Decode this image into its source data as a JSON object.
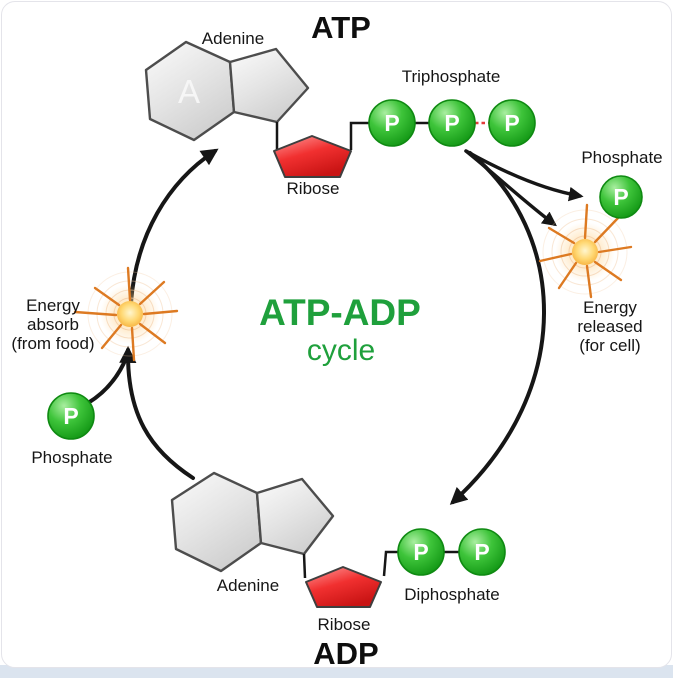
{
  "diagram_title": {
    "line1": "ATP-ADP",
    "line2": "cycle"
  },
  "atp": {
    "title": "ATP",
    "adenine_label": "Adenine",
    "adenine_letter": "A",
    "ribose_label": "Ribose",
    "phosphate_group_label": "Triphosphate"
  },
  "adp": {
    "title": "ADP",
    "adenine_label": "Adenine",
    "ribose_label": "Ribose",
    "phosphate_group_label": "Diphosphate"
  },
  "right_side": {
    "phosphate_label": "Phosphate",
    "energy_text": [
      "Energy",
      "released",
      "(for cell)"
    ]
  },
  "left_side": {
    "phosphate_label": "Phosphate",
    "energy_text": [
      "Energy",
      "absorb",
      "(from food)"
    ]
  },
  "phosphorus_symbol": "P",
  "colors": {
    "cycle_title_green": "#1fa03c",
    "phosphate_green": "#2eb82e",
    "ribose_red": "#e81f1f",
    "adenine_gray": "#dcdcdc",
    "arrow_black": "#161616",
    "energy_burst_orange": "#dd7a22",
    "high_energy_bond_red": "#e23b3b",
    "footer_strip_blue": "#dbe4ef"
  }
}
